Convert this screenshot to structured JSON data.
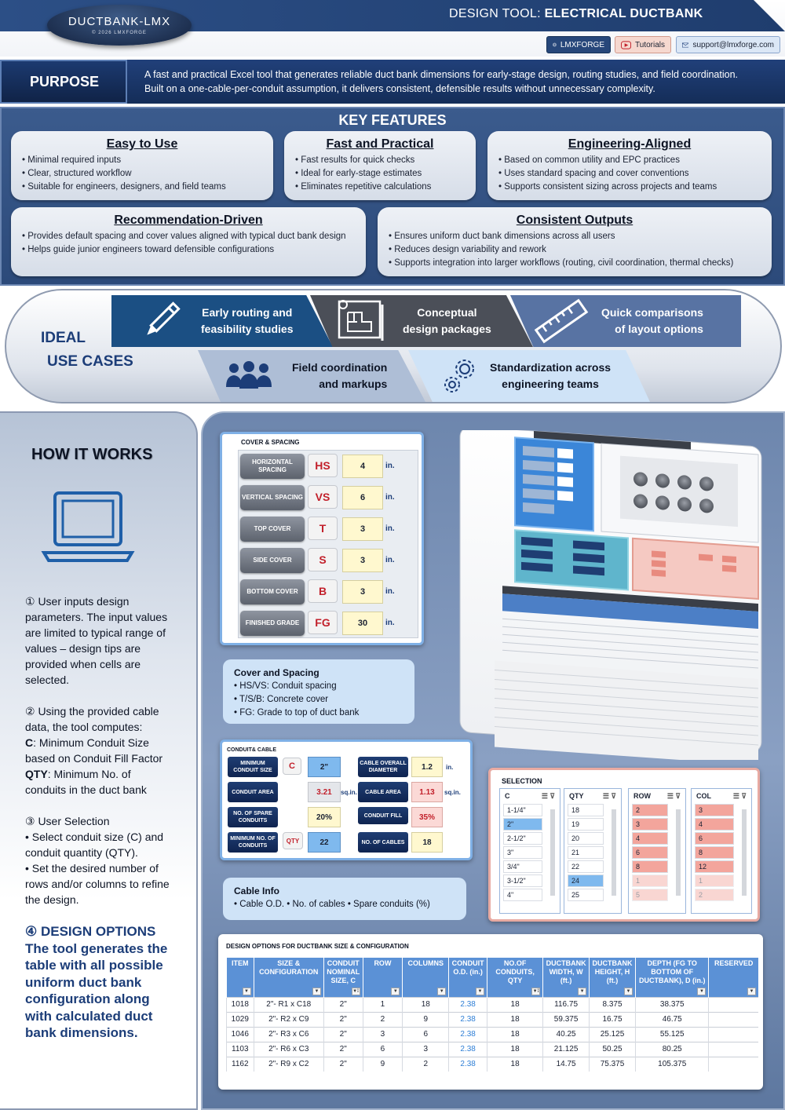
{
  "header": {
    "logo_title": "DUCTBANK-LMX",
    "logo_sub": "© 2026 LMXFORGE",
    "title_prefix": "DESIGN TOOL: ",
    "title_main": "ELECTRICAL DUCTBANK",
    "links": {
      "lmx": "LMXFORGE",
      "tutorials": "Tutorials",
      "email": "support@lmxforge.com"
    }
  },
  "purpose": {
    "label": "PURPOSE",
    "line1": "A fast and practical Excel tool that generates reliable duct bank dimensions for early-stage design, routing studies, and field coordination.",
    "line2": "Built on a one-cable-per-conduit assumption, it delivers consistent, defensible results without unnecessary complexity."
  },
  "key_features": {
    "title": "KEY FEATURES",
    "items": [
      {
        "title": "Easy to Use",
        "bullets": [
          "Minimal required inputs",
          "Clear, structured workflow",
          "Suitable for engineers, designers, and field teams"
        ]
      },
      {
        "title": "Fast and Practical",
        "bullets": [
          "Fast results for quick checks",
          "Ideal for early-stage estimates",
          "Eliminates repetitive calculations"
        ]
      },
      {
        "title": "Engineering-Aligned",
        "bullets": [
          "Based on common utility and EPC practices",
          "Uses standard spacing and cover conventions",
          "Supports consistent sizing across projects and teams"
        ]
      },
      {
        "title": "Recommendation-Driven",
        "bullets": [
          "Provides default spacing and cover values aligned with typical duct bank design",
          "Helps guide junior engineers toward defensible configurations"
        ]
      },
      {
        "title": "Consistent Outputs",
        "bullets": [
          "Ensures uniform duct bank dimensions across all users",
          "Reduces design variability and rework",
          "Supports integration into larger workflows (routing, civil coordination, thermal checks)"
        ]
      }
    ]
  },
  "use_cases": {
    "label_line1": "IDEAL",
    "label_line2": "USE CASES",
    "items": [
      {
        "line1": "Early routing and",
        "line2": "feasibility studies",
        "icon": "pencil-icon"
      },
      {
        "line1": "Conceptual",
        "line2": "design packages",
        "icon": "blueprint-icon"
      },
      {
        "line1": "Quick comparisons",
        "line2": "of layout options",
        "icon": "ruler-icon"
      },
      {
        "line1": "Field coordination",
        "line2": "and markups",
        "icon": "team-icon"
      },
      {
        "line1": "Standardization across",
        "line2": "engineering teams",
        "icon": "gears-icon"
      }
    ]
  },
  "how_it_works": {
    "title": "HOW IT WORKS",
    "step1": "① User inputs design parameters. The input values are limited to typical range of values – design tips are provided when cells are selected.",
    "step2_intro": "② Using the provided cable data, the tool computes:",
    "step2_c_key": "C",
    "step2_c_text": ": Minimum Conduit Size based on Conduit Fill Factor",
    "step2_qty_key": "QTY",
    "step2_qty_text": ": Minimum No. of conduits in the duct bank",
    "step3_title": "③ User Selection",
    "step3_b1": "• Select conduit size (C) and conduit quantity (QTY).",
    "step3_b2": "• Set the desired number of rows and/or columns to refine the design.",
    "step4_title": "④ DESIGN OPTIONS",
    "step4_text": "The tool generates the table with all possible uniform duct bank configuration along with calculated duct bank dimensions."
  },
  "cover_spacing": {
    "title": "COVER & SPACING",
    "rows": [
      {
        "label": "HORIZONTAL SPACING",
        "code": "HS",
        "value": "4",
        "unit": "in."
      },
      {
        "label": "VERTICAL SPACING",
        "code": "VS",
        "value": "6",
        "unit": "in."
      },
      {
        "label": "TOP COVER",
        "code": "T",
        "value": "3",
        "unit": "in."
      },
      {
        "label": "SIDE COVER",
        "code": "S",
        "value": "3",
        "unit": "in."
      },
      {
        "label": "BOTTOM COVER",
        "code": "B",
        "value": "3",
        "unit": "in."
      },
      {
        "label": "FINISHED GRADE",
        "code": "FG",
        "value": "30",
        "unit": "in."
      }
    ]
  },
  "cover_note": {
    "title": "Cover and Spacing",
    "b1": "• HS/VS: Conduit spacing",
    "b2": "• T/S/B: Concrete cover",
    "b3": "• FG: Grade to top of duct bank"
  },
  "conduit_cable": {
    "title": "CONDUIT& CABLE",
    "min_conduit_label": "MINIMUM CONDUIT SIZE",
    "min_conduit_code": "C",
    "min_conduit_value": "2\"",
    "cable_od_label": "CABLE OVERALL DIAMETER",
    "cable_od_value": "1.2",
    "cable_od_unit": "in.",
    "conduit_area_label": "CONDUIT AREA",
    "conduit_area_value": "3.21",
    "conduit_area_unit": "sq.in.",
    "cable_area_label": "CABLE AREA",
    "cable_area_value": "1.13",
    "cable_area_unit": "sq.in.",
    "spare_label": "NO. OF SPARE CONDUITS",
    "spare_value": "20%",
    "fill_label": "CONDUIT FILL",
    "fill_value": "35%",
    "min_no_label": "MINIMUM NO. OF CONDUITS",
    "min_no_code": "QTY",
    "min_no_value": "22",
    "cables_label": "NO. OF CABLES",
    "cables_value": "18"
  },
  "cable_note": {
    "title": "Cable Info",
    "text": "• Cable O.D. • No. of cables • Spare conduits (%)"
  },
  "selection": {
    "title": "SELECTION",
    "c": {
      "label": "C",
      "items": [
        "1-1/4\"",
        "2\"",
        "2-1/2\"",
        "3\"",
        "3/4\"",
        "3-1/2\"",
        "4\""
      ],
      "selected": "2\""
    },
    "qty": {
      "label": "QTY",
      "items": [
        "18",
        "19",
        "20",
        "21",
        "22",
        "24",
        "25"
      ],
      "selected": "24"
    },
    "row": {
      "label": "ROW",
      "items": [
        "2",
        "3",
        "4",
        "6",
        "8",
        "1",
        "5"
      ]
    },
    "col": {
      "label": "COL",
      "items": [
        "3",
        "4",
        "6",
        "8",
        "12",
        "1",
        "2"
      ]
    }
  },
  "design_table": {
    "title": "DESIGN OPTIONS FOR DUCTBANK SIZE & CONFIGURATION",
    "headers": [
      "ITEM",
      "SIZE & CONFIGURATION",
      "CONDUIT NOMINAL SIZE, C",
      "ROW",
      "COLUMNS",
      "CONDUIT O.D. (in.)",
      "NO.OF CONDUITS, QTY",
      "DUCTBANK WIDTH, W (ft.)",
      "DUCTBANK HEIGHT, H (ft.)",
      "DEPTH (FG TO BOTTOM OF DUCTBANK), D (in.)",
      "RESERVED"
    ],
    "rows": [
      [
        "1018",
        "2\"- R1 x C18",
        "2\"",
        "1",
        "18",
        "2.38",
        "18",
        "116.75",
        "8.375",
        "38.375",
        ""
      ],
      [
        "1029",
        "2\"- R2 x C9",
        "2\"",
        "2",
        "9",
        "2.38",
        "18",
        "59.375",
        "16.75",
        "46.75",
        ""
      ],
      [
        "1046",
        "2\"- R3 x C6",
        "2\"",
        "3",
        "6",
        "2.38",
        "18",
        "40.25",
        "25.125",
        "55.125",
        ""
      ],
      [
        "1103",
        "2\"- R6 x C3",
        "2\"",
        "6",
        "3",
        "2.38",
        "18",
        "21.125",
        "50.25",
        "80.25",
        ""
      ],
      [
        "1162",
        "2\"- R9 x C2",
        "2\"",
        "9",
        "2",
        "2.38",
        "18",
        "14.75",
        "75.375",
        "105.375",
        ""
      ]
    ]
  },
  "colors": {
    "navy": "#1c3d78",
    "accent_blue": "#5b91d6",
    "code_red": "#c2202b",
    "input_yellow": "#fff8cf"
  }
}
